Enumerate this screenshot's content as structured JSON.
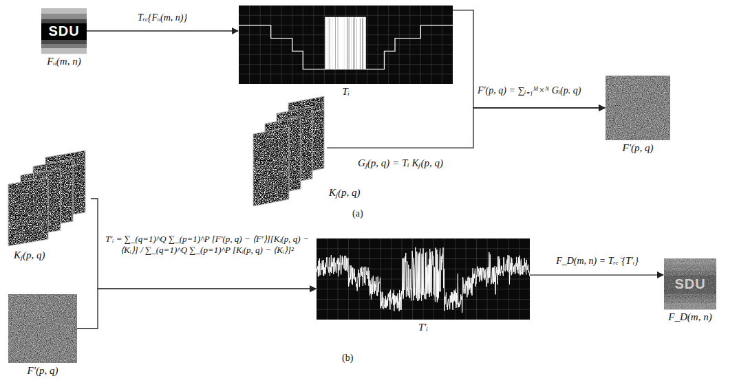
{
  "diagram": {
    "nodes": [
      {
        "text": [
          "SDU",
          "Fₒ(m, n)"
        ]
      },
      {
        "text": [
          "Tᵢ"
        ]
      },
      {
        "text": [
          "Kⱼ(p, q)"
        ]
      },
      {
        "text": [
          "F′(p, q)"
        ]
      },
      {
        "text": [
          "Kⱼ(p, q)"
        ]
      },
      {
        "text": [
          "F′(p, q)"
        ]
      },
      {
        "text": [
          "T′ᵢ"
        ]
      },
      {
        "text": [
          "SDU",
          "F_D(m, n)"
        ]
      }
    ],
    "edges": [
      {
        "from": 0,
        "to": 1,
        "label": "Tᵣₑ{Fₒ(m, n)}",
        "arrow": "to"
      },
      {
        "from": 1,
        "to": 3,
        "label": "F′(p, q) = ∑ᵢ₌₁ᴹ×ᴺ Gᵢ(p. q)",
        "arrow": "to"
      },
      {
        "from": 2,
        "to": 3,
        "arrow": "to"
      },
      {
        "from": 4,
        "to": 6,
        "label": "T′ᵢ = ∑_(q=1)^Q ∑_(p=1)^P [F′(p, q) − ⟨F′⟩][Kᵢ(p, q) − ⟨Kᵢ⟩] / ∑_(q=1)^Q ∑_(p=1)^P [Kᵢ(p, q) − ⟨Kᵢ⟩]²",
        "arrow": "to"
      },
      {
        "from": 5,
        "to": 6,
        "arrow": "to"
      },
      {
        "from": 6,
        "to": 7,
        "label": "F_D(m, n) = Tᵣₑ⁻{T′ᵢ}",
        "arrow": "to"
      }
    ],
    "labels": [
      "Gⱼ(p, q) = Tᵢ Kⱼ(p, q)",
      "(a)",
      "(b)"
    ]
  }
}
